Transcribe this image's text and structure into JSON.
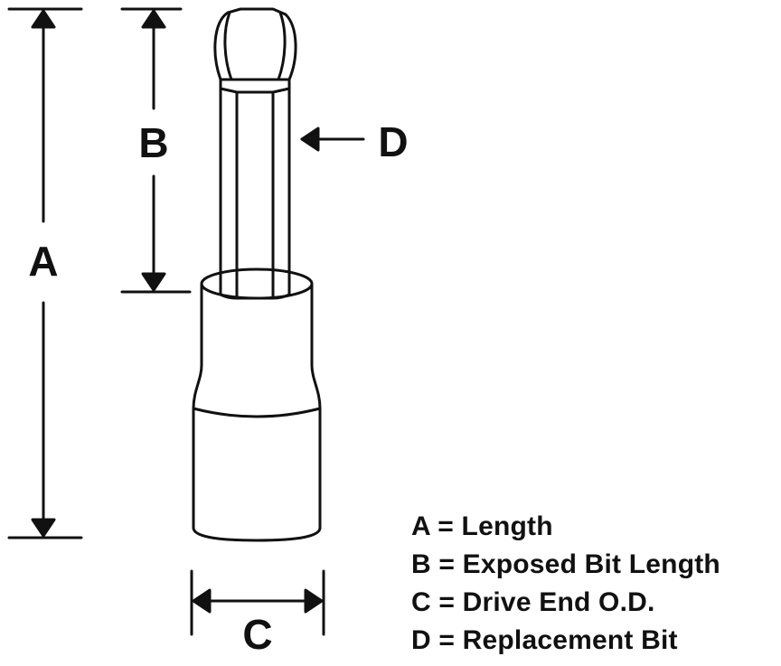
{
  "dimensions": {
    "a": "A",
    "b": "B",
    "c": "C",
    "d": "D"
  },
  "legend": [
    "A = Length",
    "B = Exposed Bit Length",
    "C = Drive End O.D.",
    "D = Replacement Bit"
  ],
  "colors": {
    "ink": "#111111",
    "background": "#ffffff"
  }
}
